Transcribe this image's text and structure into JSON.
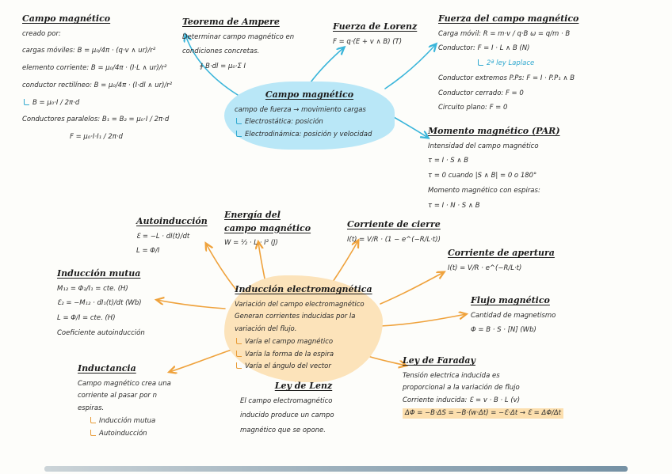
{
  "colors": {
    "blue_arrow": "#3ab5da",
    "blue_fill": "#b9e7f7",
    "orange_arrow": "#efa23c",
    "orange_fill": "#fce3ba",
    "ink": "#2a2a2a"
  },
  "nodes": {
    "campo_detail": {
      "title": "Campo magnético",
      "lines": [
        "creado por:",
        "cargas móviles:  B = μ₀/4π · (q·v ∧ ur)/r²",
        "elemento corriente:  B = μ₀/4π · (I·L ∧ ur)/r²",
        "conductor rectilíneo:  B = μ₀/4π · (I·dl ∧ ur)/r²",
        "B = μ₀·I / 2π·d",
        "Conductores paralelos:  B₁ = B₂ = μ₀·I / 2π·d",
        "F = μ₀·I·I₁ / 2π·d"
      ]
    },
    "ampere": {
      "title": "Teorema de Ampere",
      "lines": [
        "Determinar campo magnético en",
        "condiciones concretas.",
        "∮ B·dl = μ₀·Σ I"
      ]
    },
    "lorenz": {
      "title": "Fuerza de Lorenz",
      "lines": [
        "F = q·(E + v ∧ B)  (T)"
      ]
    },
    "fuerza_campo": {
      "title": "Fuerza del campo magnético",
      "lines": [
        "Carga móvil:  R = m·v / q·B      ω = q/m · B",
        "Conductor:  F = I · L ∧ B   (N)",
        "2ª ley Laplace",
        "Conductor extremos P.Ps:  F = I · P.P₁ ∧ B",
        "Conductor cerrado:  F = 0",
        "Circuito plano:  F = 0"
      ]
    },
    "momento": {
      "title": "Momento magnético (PAR)",
      "lines": [
        "Intensidad del campo magnético",
        "τ = I · S ∧ B",
        "τ = 0   cuando   |S ∧ B| = 0  o  180°",
        "Momento magnético con espiras:",
        "τ = I · N · S ∧ B"
      ]
    },
    "campo_center": {
      "title": "Campo magnético",
      "lines": [
        "campo de fuerza → movimiento cargas",
        "Electrostática:  posición",
        "Electrodinámica:  posición y velocidad"
      ]
    },
    "autoinduccion": {
      "title": "Autoinducción",
      "lines": [
        "Ɛ = −L · dI(t)/dt",
        "L = Φ/I"
      ]
    },
    "energia": {
      "title": "Energía del campo magnético",
      "lines": [
        "W = ½ · L · I²  (J)"
      ]
    },
    "cierre": {
      "title": "Corriente de cierre",
      "lines": [
        "I(t) = V/R · (1 − e^(−R/L·t))"
      ]
    },
    "apertura": {
      "title": "Corriente de apertura",
      "lines": [
        "I(t) = V/R · e^(−R/L·t)"
      ]
    },
    "mutua": {
      "title": "Inducción mutua",
      "lines": [
        "M₁₂ = Φ₂/I₁ = cte.  (H)",
        "Ɛ₂ = −M₁₂ · dI₁(t)/dt  (Wb)",
        "L = Φ/I = cte.  (H)",
        "Coeficiente autoinducción"
      ]
    },
    "induccion_center": {
      "title": "Inducción electromagnética",
      "lines": [
        "Variación del campo electromagnético",
        "Generan corrientes inducidas por la",
        "variación del flujo."
      ],
      "bullets": [
        "Varía el campo magnético",
        "Varía la forma de la espira",
        "Varía el ángulo del vector"
      ]
    },
    "flujo": {
      "title": "Flujo magnético",
      "lines": [
        "Cantidad de magnetismo",
        "Φ = B · S · [N]   (Wb)"
      ]
    },
    "inductancia": {
      "title": "Inductancia",
      "lines": [
        "Campo magnético crea una",
        "corriente al pasar por n",
        "espiras."
      ],
      "bullets": [
        "Inducción mutua",
        "Autoinducción"
      ]
    },
    "lenz": {
      "title": "Ley de Lenz",
      "lines": [
        "El campo electromagnético",
        "inducido produce un campo",
        "magnético que se opone."
      ]
    },
    "faraday": {
      "title": "Ley de Faraday",
      "lines": [
        "Tensión electrica inducida es",
        "proporcional a la variación de flujo",
        "Corriente inducida: Ɛ = v · B · L  (v)"
      ],
      "highlight": "ΔΦ = −B·ΔS = −B·(w·Δt) = −Ɛ·Δt → Ɛ = ΔΦ/Δt"
    }
  }
}
